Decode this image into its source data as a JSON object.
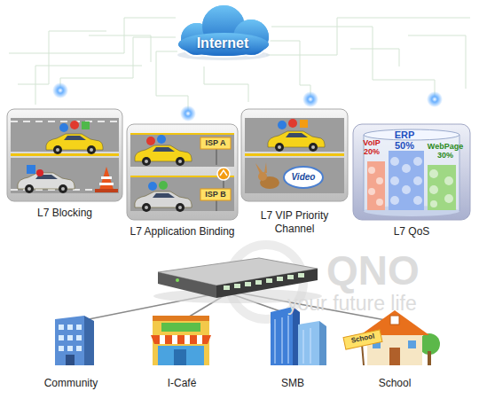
{
  "diagram": {
    "nodes": [
      {
        "text": [
          "Internet"
        ]
      },
      {
        "text": [
          "L7 Blocking"
        ]
      },
      {
        "text": [
          "L7 Application Binding"
        ]
      },
      {
        "text": [
          "L7 VIP Priority Channel"
        ]
      },
      {
        "text": [
          "L7 QoS"
        ]
      },
      {
        "text": [
          "Community"
        ]
      },
      {
        "text": [
          "I-Café"
        ]
      },
      {
        "text": [
          "SMB"
        ]
      },
      {
        "text": [
          "School"
        ]
      }
    ],
    "labels": [
      "ISP A",
      "ISP B",
      "Video",
      "VoIP 20%",
      "ERP 50%",
      "WebPage 30%",
      "QNO",
      "your future life",
      "School"
    ]
  }
}
